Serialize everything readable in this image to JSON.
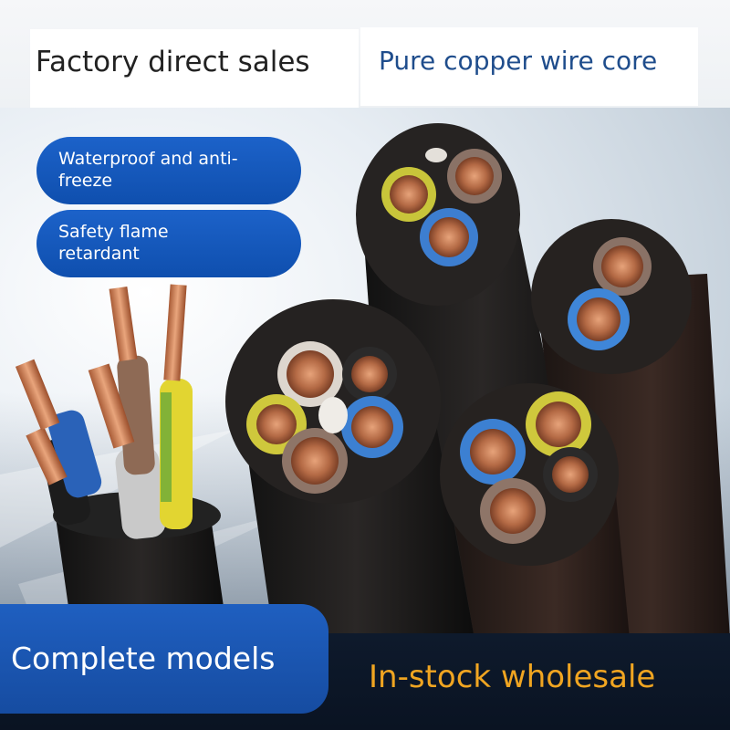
{
  "header": {
    "left_title": "Factory direct sales",
    "right_title": "Pure copper wire core"
  },
  "features": [
    {
      "line1": "Waterproof and anti-",
      "line2": "freeze"
    },
    {
      "line1": "Safety flame",
      "line2": "retardant"
    }
  ],
  "footer": {
    "left_label": "Complete models",
    "right_label": "In-stock wholesale"
  },
  "colors": {
    "accent_blue": "#1358c1",
    "title_blue": "#1f4d8c",
    "wholesale_orange": "#f0a521",
    "footer_dark": "#0c1627"
  }
}
